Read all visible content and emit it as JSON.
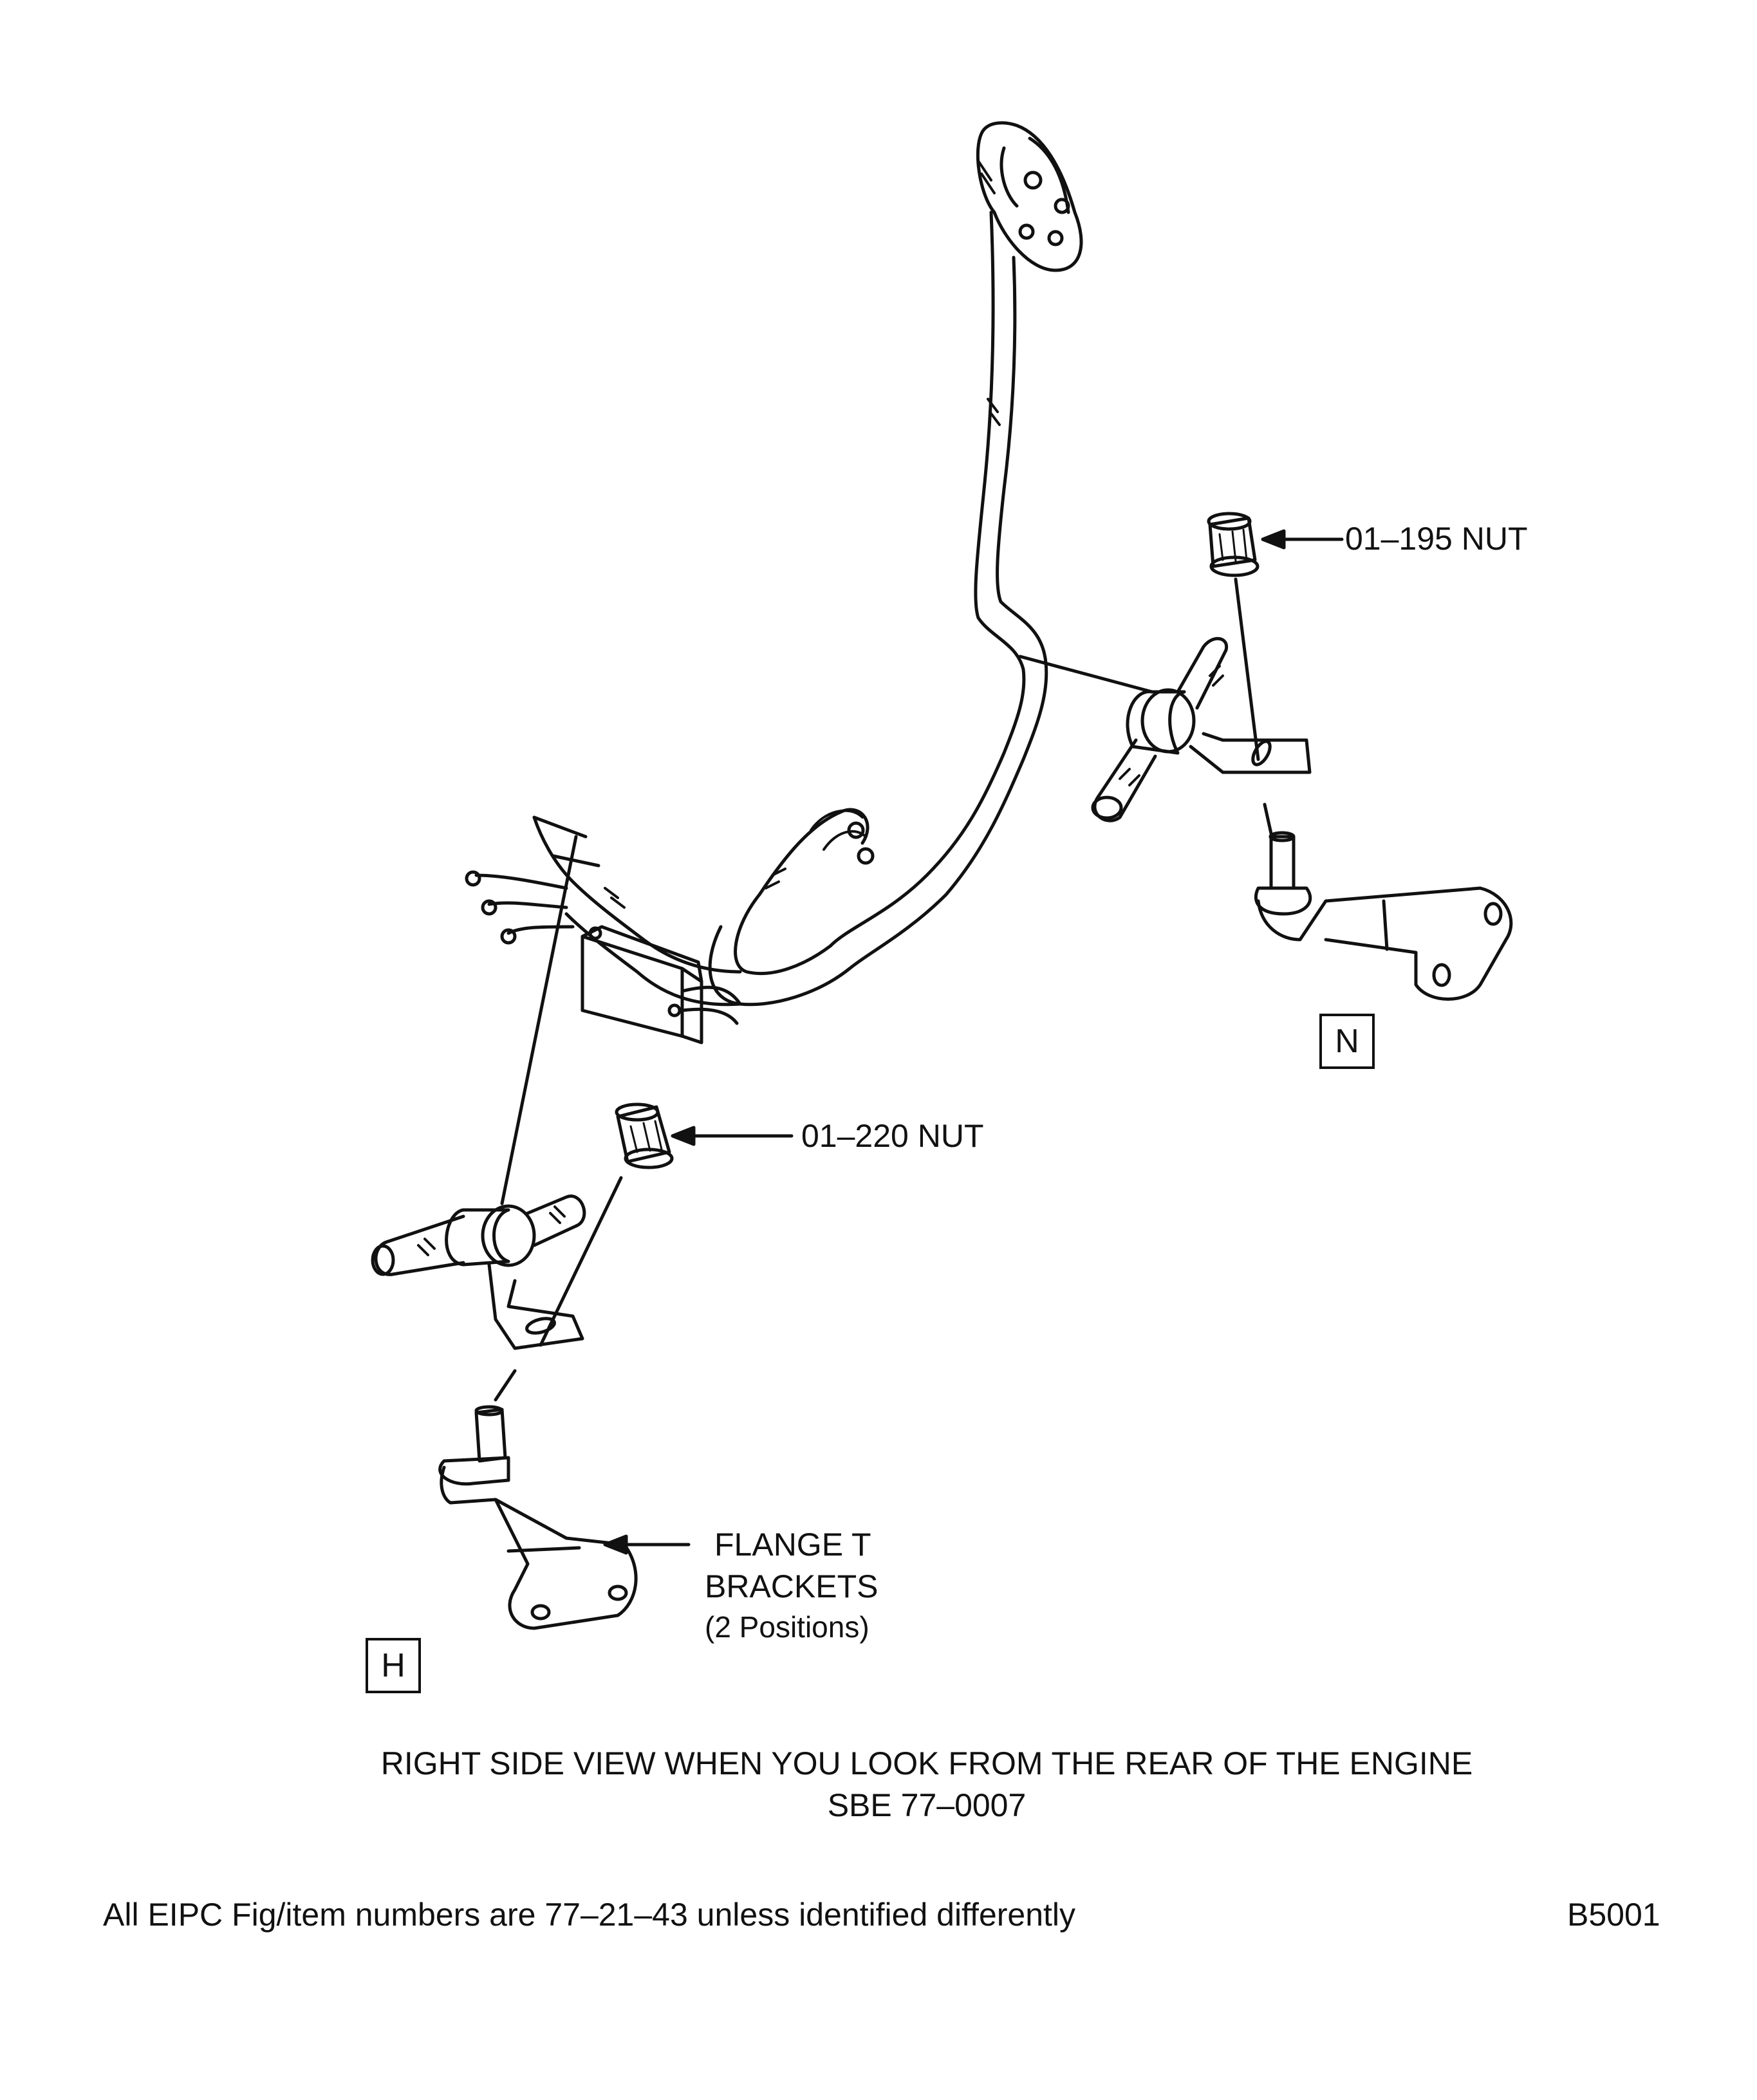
{
  "callouts": {
    "nut_top": "01–195 NUT",
    "nut_bottom": "01–220 NUT",
    "flange_line1": "FLANGE T",
    "flange_line2": "BRACKETS",
    "flange_line3": "(2 Positions)"
  },
  "view_markers": {
    "n": "N",
    "h": "H"
  },
  "caption": {
    "line1": "RIGHT SIDE VIEW WHEN YOU LOOK FROM THE REAR OF THE ENGINE",
    "line2": "SBE 77–0007"
  },
  "footer": {
    "note": "All EIPC Fig/item numbers are 77–21–43 unless identified differently",
    "code": "B5001"
  }
}
